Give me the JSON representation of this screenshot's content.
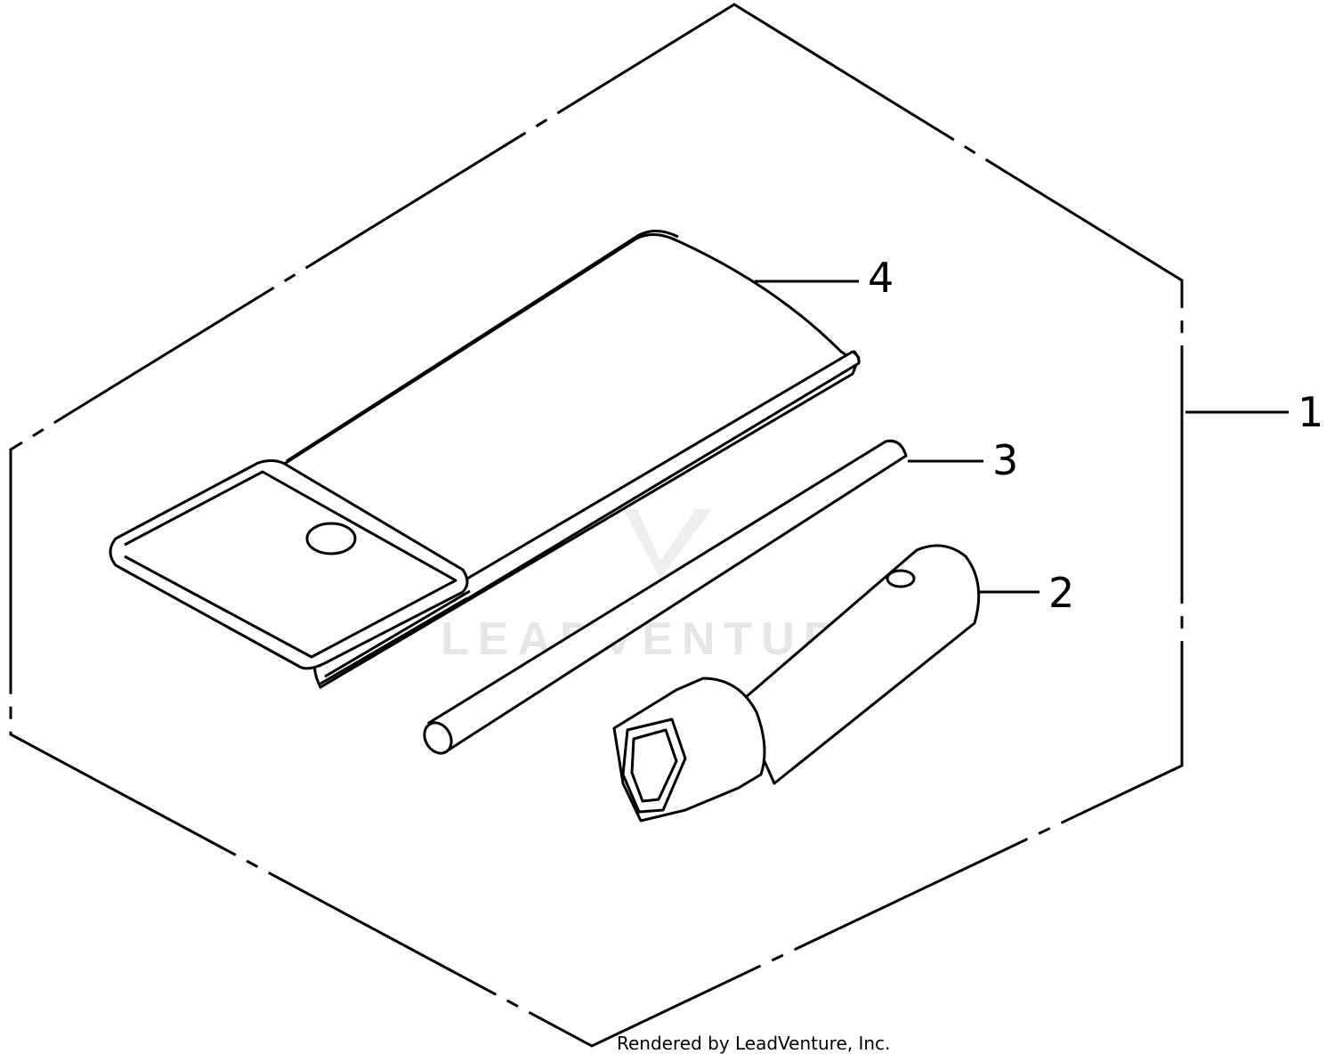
{
  "callouts": {
    "kit": "1",
    "socket_wrench": "2",
    "handle_bar": "3",
    "tool_bag": "4"
  },
  "watermark": {
    "text": "LEADVENTURE"
  },
  "credit": "Rendered by LeadVenture, Inc.",
  "colors": {
    "line": "#000000",
    "background": "#ffffff",
    "watermark": "#e6e6e6"
  }
}
